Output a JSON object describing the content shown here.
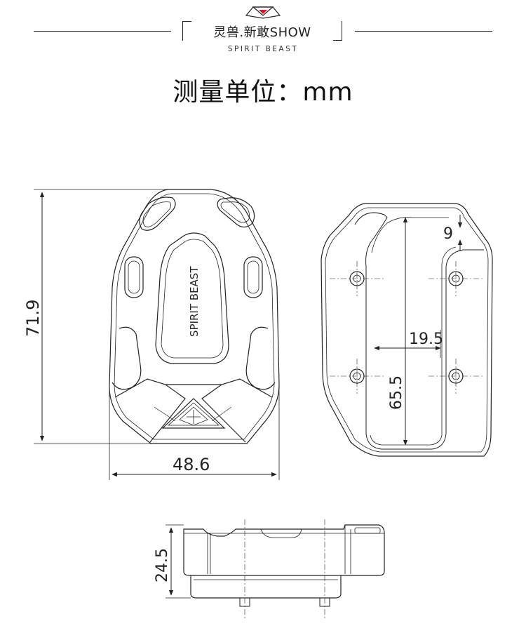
{
  "header": {
    "brand_name": "灵兽.新敢SHOW",
    "brand_sub": "SPIRIT BEAST"
  },
  "title": "测量单位：mm",
  "drawing": {
    "front_view": {
      "emboss_text": "SPIRIT BEAST",
      "dim_height": "71.9",
      "dim_width": "48.6"
    },
    "back_view": {
      "dim_top": "9",
      "dim_hole_spacing": "19.5",
      "dim_slot_length": "65.5"
    },
    "side_view": {
      "dim_height": "24.5"
    }
  },
  "colors": {
    "line": "#222222",
    "logo_red": "#c8202a"
  }
}
